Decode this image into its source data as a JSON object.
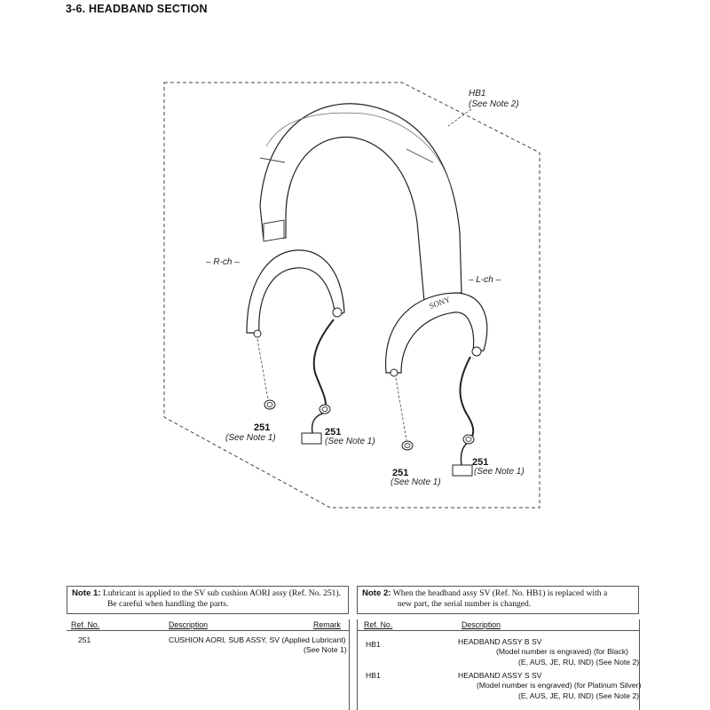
{
  "section_title": "3-6.   HEADBAND  SECTION",
  "diagram": {
    "hb1_label": "HB1",
    "hb1_note": "(See Note 2)",
    "rch_label": "– R-ch –",
    "lch_label": "– L-ch –",
    "brand": "SONY",
    "part_ref": "251",
    "see_note1": "(See Note 1)"
  },
  "note1": {
    "label": "Note 1:",
    "line1": "Lubricant is applied to the SV sub cushion AORI assy (Ref. No. 251).",
    "line2": "Be careful when handling the parts."
  },
  "note2": {
    "label": "Note 2:",
    "line1": "When the headband assy SV (Ref. No. HB1) is replaced with a",
    "line2": "new part, the serial number is changed."
  },
  "left_table": {
    "headers": {
      "ref": "Ref. No.",
      "desc": "Description",
      "remark": "Remark"
    },
    "rows": [
      {
        "ref": "251",
        "desc": "CUSHION AORI, SUB ASSY, SV (Applied Lubricant)",
        "remark": "(See Note 1)"
      }
    ]
  },
  "right_table": {
    "headers": {
      "ref": "Ref. No.",
      "desc": "Description"
    },
    "rows": [
      {
        "ref": "HB1",
        "desc": "HEADBAND ASSY B SV",
        "line2": "(Model number is engraved) (for Black)",
        "line3": "(E, AUS, JE, RU, IND) (See Note 2)"
      },
      {
        "ref": "HB1",
        "desc": "HEADBAND ASSY S SV",
        "line2": "(Model number is engraved) (for Platinum Silver)",
        "line3": "(E, AUS, JE, RU, IND) (See Note 2)"
      }
    ]
  }
}
